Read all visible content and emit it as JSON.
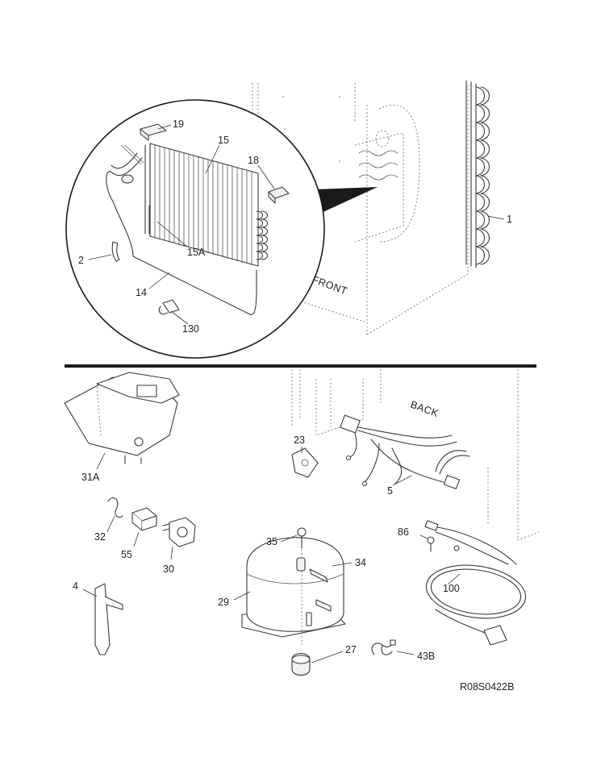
{
  "labels": {
    "p19": "19",
    "p15": "15",
    "p18": "18",
    "p15a": "15A",
    "p2": "2",
    "p14": "14",
    "p130": "130",
    "p1": "1",
    "front": "FRONT",
    "back": "BACK",
    "p31a": "31A",
    "p23": "23",
    "p5": "5",
    "p32": "32",
    "p55": "55",
    "p30": "30",
    "p86": "86",
    "p35": "35",
    "p34": "34",
    "p4": "4",
    "p29": "29",
    "p100": "100",
    "p27": "27",
    "p43b": "43B",
    "drawing_number": "R08S0422B"
  }
}
